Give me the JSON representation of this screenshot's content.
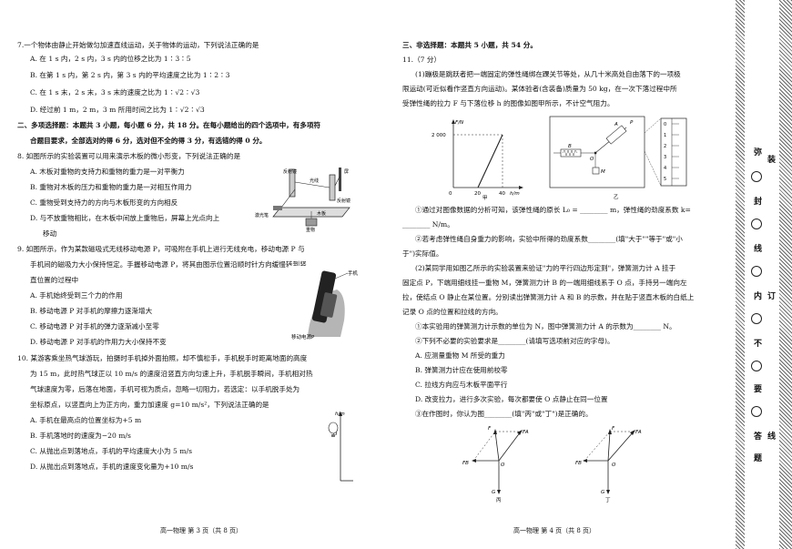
{
  "left": {
    "lines": [
      "7.一个物体由静止开始做匀加速直线运动，关于物体的运动，下列说法正确的是",
      "A. 在 1 s 内，2 s 内，3 s 内的位移之比为 1∶3∶5",
      "B. 在第 1 s 内，第 2 s 内，第 3 s 内的平均速度之比为 1∶2∶3",
      "C. 在 1 s 末，2 s 末，3 s 末的速度之比为 1∶√2∶√3",
      "D. 经过前 1 m，2 m，3 m 所用时间之比为 1∶√2∶√3",
      "二、多项选择题：本题共 3 小题，每小题 6 分，共 18 分。在每小题给出的四个选项中，有多项符",
      "合题目要求，全部选对的得 6 分，选对但不全的得 3 分，有选错的得 0 分。",
      "8. 如图所示的实验装置可以用来演示木板的微小形变，下列说法正确的是",
      "A. 木板对重物的支持力和重物的重力是一对平衡力",
      "B. 重物对木板的压力和重物的重力是一对相互作用力",
      "C. 重物受到支持力的方向与木板形变的方向相反",
      "D. 与不放重物相比，在木板中间放上重物后，屏幕上光点向上",
      "移动",
      "9. 如图所示，作为某款磁吸式无线移动电源 P，可吸附在手机上进行无线充电，移动电源 P 与",
      "手机间的磁吸力大小保持恒定。手握移动电源 P，将其由图示位置沿顺时针方向缓慢转到竖",
      "直位置的过程中",
      "A. 手机始终受到三个力的作用",
      "B. 移动电源 P 对手机的摩擦力逐渐增大",
      "C. 移动电源 P 对手机的弹力逐渐减小至零",
      "D. 移动电源 P 对手机的作用力大小保持不变",
      "10. 某游客乘坐热气球游玩，拍摄时手机掉外面拍照，却不慎松手，手机脱手时距离地面的高度",
      "为 15 m，此时热气球正以 10 m/s 的速度沿竖直方向匀速上升，手机脱手瞬间，手机相对热",
      "气球速度为零，后落在地面，手机可视为质点，忽略一切阻力，若选定：以手机脱手处为",
      "坐标原点，以竖直向上为正方向，重力加速度 g=10 m/s²，下列说法正确的是",
      "A. 手机在最高点的位置坐标为+5 m",
      "B. 手机落地时的速度为−20 m/s",
      "C. 从抛出点到落地点，手机的平均速度大小为 5 m/s",
      "D. 从抛出点到落地点，手机的速度变化量为+10 m/s"
    ],
    "fig8": {
      "labels": [
        "反射镜",
        "屏",
        "光线",
        "反射镜",
        "激光笔",
        "木板",
        "重物"
      ]
    },
    "fig9": {
      "labels": [
        "手机",
        "移动电源P"
      ]
    },
    "fig10": {
      "labels": [
        "h/m",
        "O"
      ]
    },
    "footer": "高一物理  第 3 页（共 8 页）"
  },
  "right": {
    "lines": [
      "三、非选择题：本题共 5 小题，共 54 分。",
      "11.（7 分）",
      "(1)蹦极是跳跃者把一端固定的弹性绳绑在踝关节等处，从几十米高处自由落下的一项极",
      "限运动(可近似看作竖直方向运动)。某体验者(含装备)质量为 50 kg，在一次下落过程中所",
      "受弹性绳的拉力 F 与下落位移 h 的图像如图甲所示，不计空气阻力。",
      "①通过对图像数据的分析可知，该弹性绳的原长 L₀ = ________ m，弹性绳的劲度系数 k=",
      "________ N/m。",
      "②若考虑弹性绳自身重力的影响，实验中所得的劲度系数________(填\"大于\"\"等于\"或\"小",
      "于\")实际值。",
      "(2)某同学用如图乙所示的实验装置来验证\"力的平行四边形定则\"，弹簧测力计 A 挂于",
      "固定点 P，下端用细线挂一重物 M，弹簧测力计 B 的一端用细线系于 O 点，手持另一端向左",
      "拉，使结点 O 静止在某位置。分别读出弹簧测力计 A 和 B 的示数，并在贴于竖直木板的白纸上",
      "记录 O 点的位置和拉线的方向。",
      "①本实验用的弹簧测力计示数的单位为 N，图中弹簧测力计 A 的示数为________ N。",
      "②下列不必要的实验要求是________(请填写选项前对应的字母)。",
      "A. 应测量重物 M 所受的重力",
      "B. 弹簧测力计应在使用前校零",
      "C. 拉线方向应与木板平面平行",
      "D. 改变拉力，进行多次实验，每次都要使 O 点静止在同一位置",
      "③在作图时，你认为图________(填\"丙\"或\"丁\")是正确的。"
    ],
    "fig_jia": {
      "ylabel": "F/N",
      "y_tick": "2 000",
      "xlabel": "h/m",
      "x_ticks": [
        "0",
        "20",
        "40"
      ],
      "caption": "甲"
    },
    "fig_yi": {
      "labels": [
        "B",
        "O",
        "A",
        "P",
        "M"
      ],
      "scale": [
        "0",
        "1",
        "2",
        "3",
        "4",
        "5"
      ],
      "caption": "乙"
    },
    "fig_bing": {
      "labels": [
        "FB",
        "FA",
        "F",
        "O",
        "G"
      ],
      "caption": "丙"
    },
    "fig_ding": {
      "labels": [
        "FB",
        "FA",
        "F",
        "O",
        "G"
      ],
      "caption": "丁"
    },
    "footer": "高一物理  第 4 页（共 8 页）"
  },
  "strip": {
    "words": [
      "弥",
      "封",
      "线",
      "内",
      "不",
      "要",
      "答",
      "题"
    ],
    "marks": [
      "装",
      "订",
      "线"
    ]
  }
}
